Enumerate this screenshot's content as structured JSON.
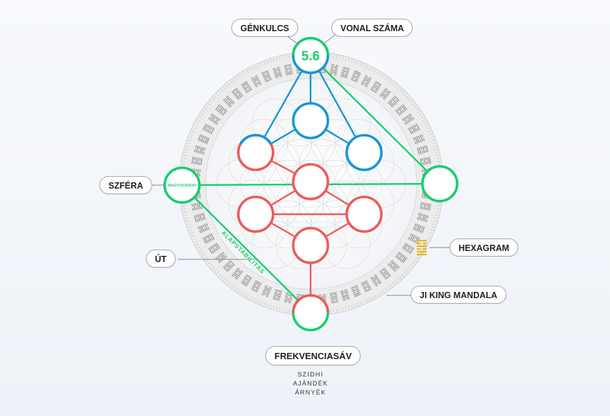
{
  "labels": {
    "genkulcs": "GÉNKULCS",
    "vonal_szama": "VONAL SZÁMA",
    "szfera": "SZFÉRA",
    "ut": "ÚT",
    "hexagram": "HEXAGRAM",
    "ji_king_mandala": "JI KING MANDALA",
    "frekvenciasav": "FREKVENCIASÁV"
  },
  "center_value": "5.6",
  "sphere_name": "RAGYOGÁSOD",
  "path_name": "ALAPSTABILITÁS",
  "frequency_levels": [
    "SZIDHI",
    "AJÁNDÉK",
    "ÁRNYÉK"
  ],
  "colors": {
    "blue": "#1597d4",
    "red": "#ee5a5a",
    "green": "#17cf6f",
    "gold": "#e5b814",
    "ring": "#cfcfcf",
    "glyph": "#a3a3a3"
  }
}
